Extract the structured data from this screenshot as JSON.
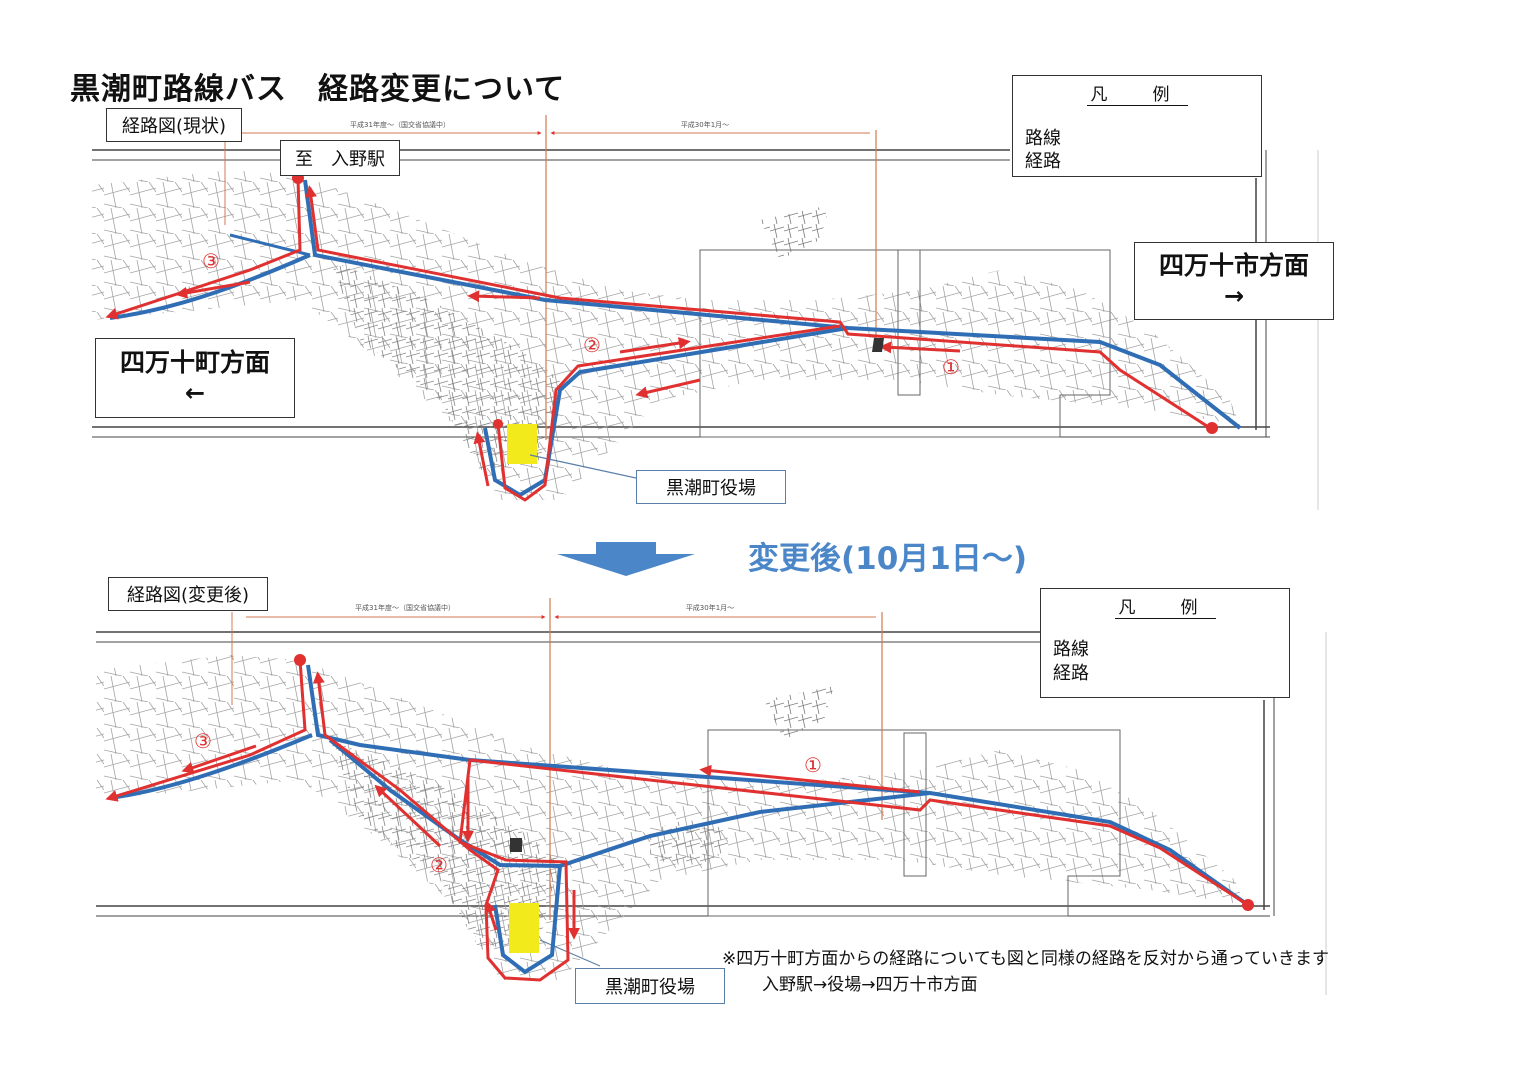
{
  "page_title": "黒潮町路線バス　経路変更について",
  "current": {
    "panel_label": "経路図(現状)",
    "destination_box": "至　入野駅",
    "east_direction": "四万十市方面",
    "east_arrow": "→",
    "west_direction": "四万十町方面",
    "west_arrow": "←",
    "town_hall": "黒潮町役場",
    "markers": [
      "①",
      "②",
      "③"
    ],
    "segment_notes": [
      "平成31年度～（国交省協議中）",
      "平成30年1月～"
    ]
  },
  "change_title": "変更後(10月1日～)",
  "after": {
    "panel_label": "経路図(変更後)",
    "town_hall": "黒潮町役場",
    "markers": [
      "①",
      "②",
      "③"
    ],
    "segment_notes": [
      "平成31年度～（国交省協議中）",
      "平成30年1月～"
    ]
  },
  "legend": {
    "title": "凡　例",
    "line_label": "路線",
    "route_label": "経路",
    "line_color": "#2f6db5",
    "route_color": "#e03030"
  },
  "note": {
    "line1": "※四万十町方面からの経路についても図と同様の経路を反対から通っていきます",
    "line2": "入野駅→役場→四万十市方面"
  },
  "colors": {
    "route_line": "#2f6db5",
    "route_path": "#e03030",
    "town_hall_fill": "#f2ea1a",
    "change_arrow": "#4a86c8",
    "boundary_line": "#d07a50"
  }
}
